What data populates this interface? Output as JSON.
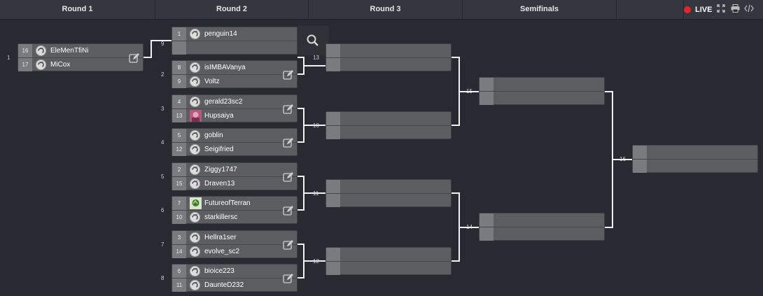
{
  "header": {
    "rounds": [
      "Round 1",
      "Round 2",
      "Round 3",
      "Semifinals",
      ""
    ],
    "live_label": "LIVE",
    "tools": [
      "fullscreen-icon",
      "print-icon",
      "embed-code-icon"
    ]
  },
  "colors": {
    "live": "#e8222a",
    "background": "#272a31",
    "match": "#5c5d60",
    "seed": "#7a7b7e",
    "connector": "#f2f2f2"
  },
  "matches": {
    "m1": {
      "num": "1",
      "p1": {
        "seed": "16",
        "name": "EleMenTfiNi"
      },
      "p2": {
        "seed": "17",
        "name": "MiCox"
      }
    },
    "m9": {
      "num": "9",
      "p1": {
        "seed": "1",
        "name": "penguin14"
      },
      "p2": {
        "seed": "",
        "name": ""
      }
    },
    "m2": {
      "num": "2",
      "p1": {
        "seed": "8",
        "name": "isIMBAVanya"
      },
      "p2": {
        "seed": "9",
        "name": "Voltz"
      }
    },
    "m3": {
      "num": "3",
      "p1": {
        "seed": "4",
        "name": "gerald23sc2"
      },
      "p2": {
        "seed": "13",
        "name": "Hupsaiya"
      }
    },
    "m4": {
      "num": "4",
      "p1": {
        "seed": "5",
        "name": "goblin"
      },
      "p2": {
        "seed": "12",
        "name": "Seigifried"
      }
    },
    "m5": {
      "num": "5",
      "p1": {
        "seed": "2",
        "name": "Ziggy1747"
      },
      "p2": {
        "seed": "15",
        "name": "Draven13"
      }
    },
    "m6": {
      "num": "6",
      "p1": {
        "seed": "7",
        "name": "FutureofTerran"
      },
      "p2": {
        "seed": "10",
        "name": "starkillersc"
      }
    },
    "m7": {
      "num": "7",
      "p1": {
        "seed": "3",
        "name": "Hellra1ser"
      },
      "p2": {
        "seed": "14",
        "name": "evolve_sc2"
      }
    },
    "m8": {
      "num": "8",
      "p1": {
        "seed": "6",
        "name": "bioice223"
      },
      "p2": {
        "seed": "11",
        "name": "DaunteD232"
      }
    },
    "m13": {
      "num": "13"
    },
    "m10": {
      "num": "10"
    },
    "m11": {
      "num": "11"
    },
    "m12": {
      "num": "12"
    },
    "m15": {
      "num": "15"
    },
    "m14": {
      "num": "14"
    },
    "m16": {
      "num": "16"
    }
  }
}
